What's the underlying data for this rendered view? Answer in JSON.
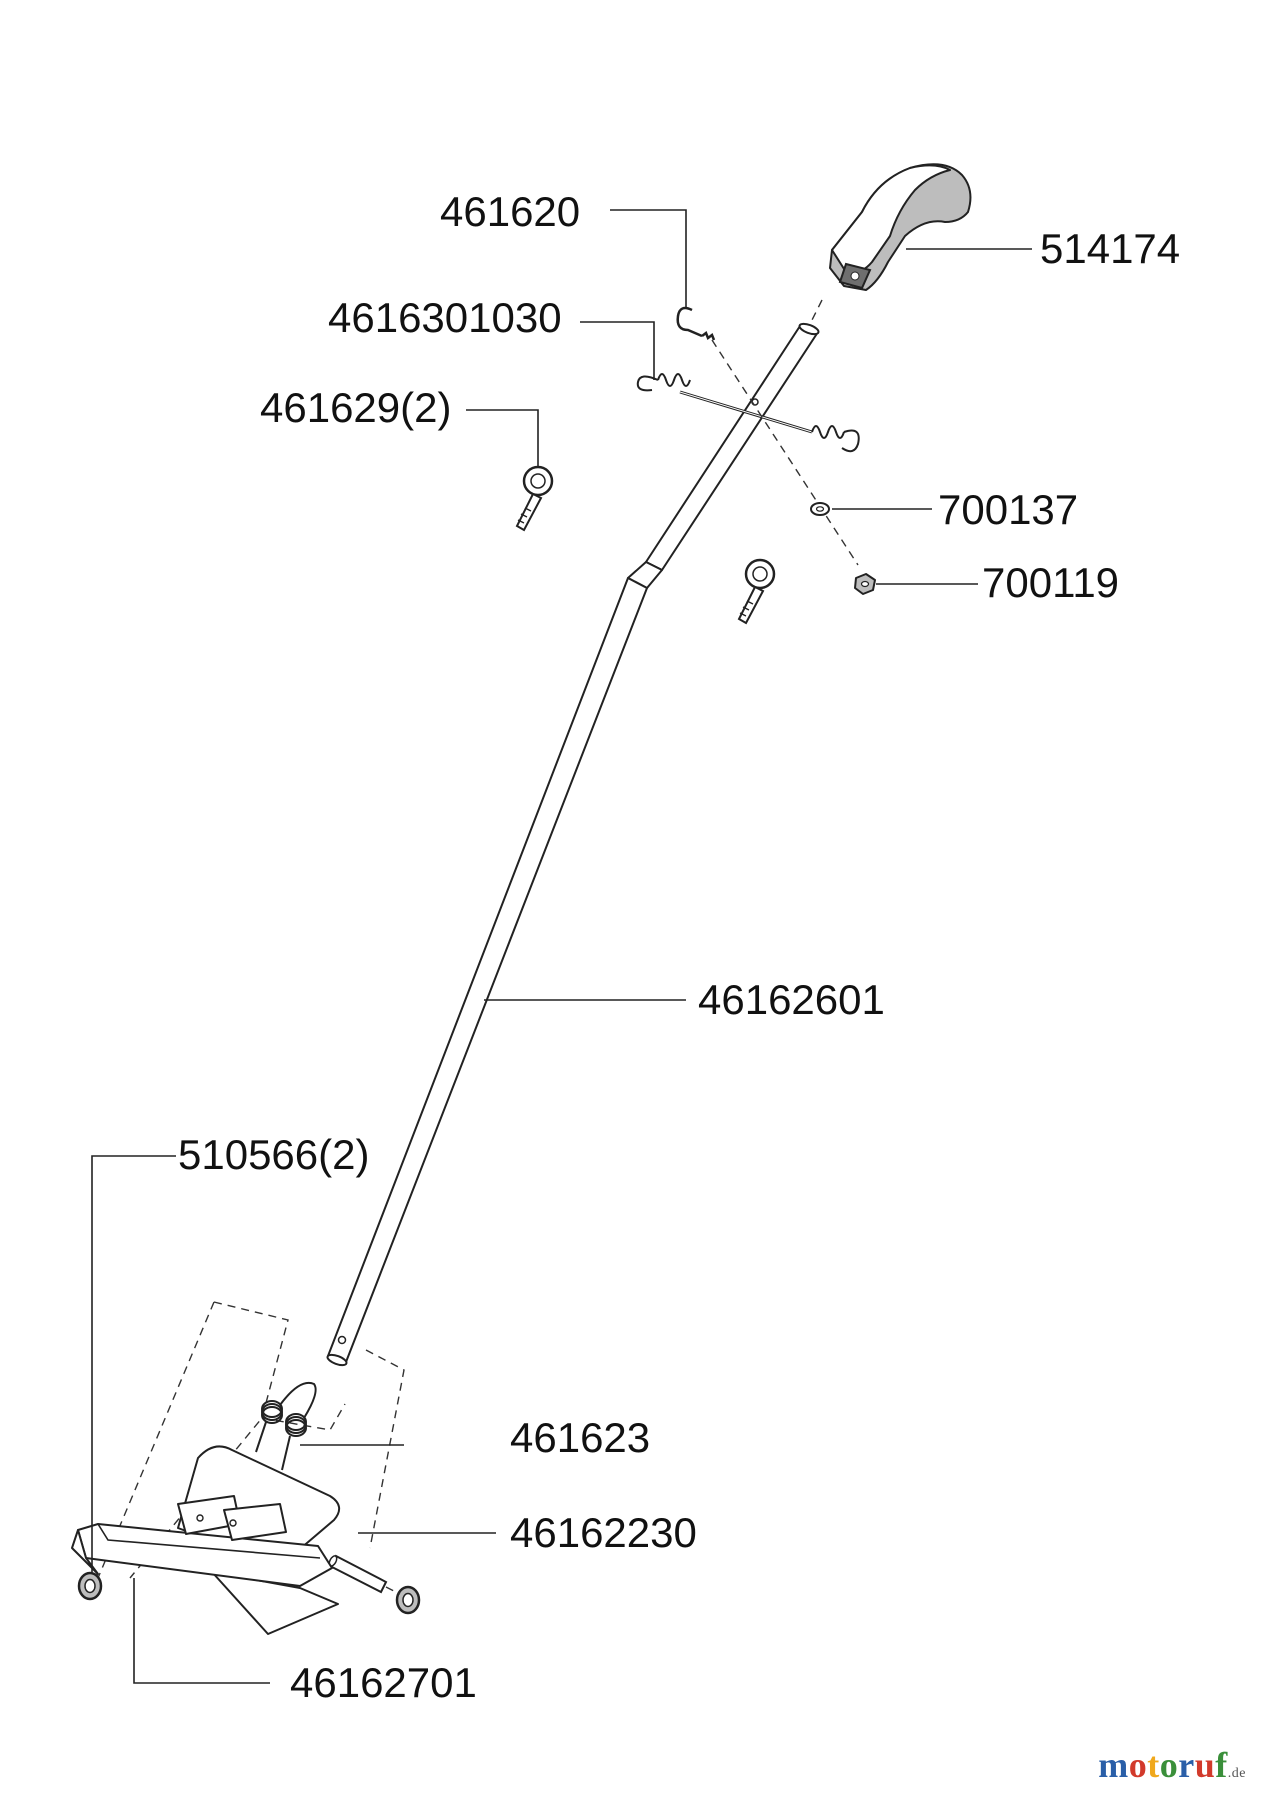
{
  "labels": {
    "grip": "514174",
    "hook": "461620",
    "spring": "4616301030",
    "eye_bolt": "461629(2)",
    "washer": "700137",
    "nut": "700119",
    "handle_bar": "46162601",
    "bushing": "510566(2)",
    "torsion_spring": "461623",
    "axle": "46162230",
    "scraper": "46162701"
  },
  "watermark": {
    "letters": [
      "m",
      "o",
      "t",
      "o",
      "r",
      "u",
      "f"
    ],
    "colors": [
      "#2a5fa8",
      "#d23a2b",
      "#f0a81c",
      "#3a8f3a",
      "#2a5fa8",
      "#d23a2b",
      "#3a8f3a"
    ],
    "domain": ".de"
  }
}
